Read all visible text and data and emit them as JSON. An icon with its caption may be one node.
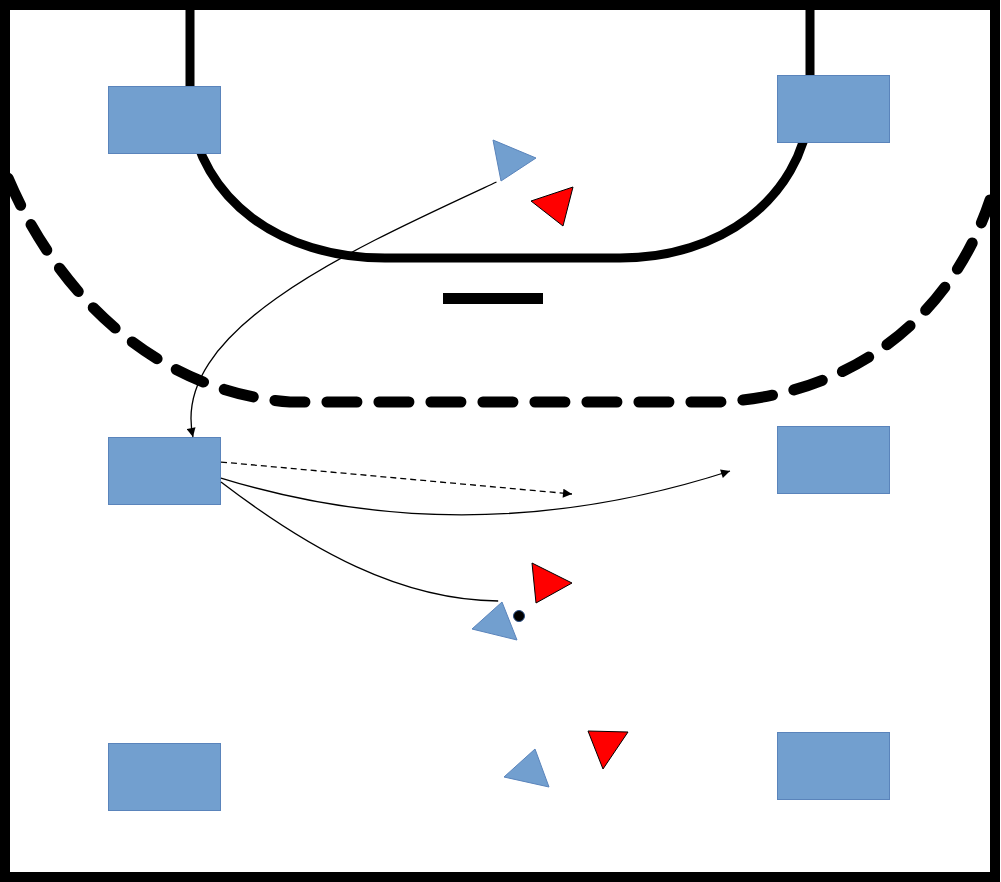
{
  "diagram": {
    "nodes": [
      {
        "text": [],
        "shape": "box"
      },
      {
        "text": [],
        "shape": "box"
      },
      {
        "text": [],
        "shape": "triangle"
      },
      {
        "text": [],
        "shape": "triangle"
      },
      {
        "text": [],
        "shape": "box"
      },
      {
        "text": [],
        "shape": "box"
      },
      {
        "text": [],
        "shape": "triangle"
      },
      {
        "text": [],
        "shape": "triangle"
      },
      {
        "text": [],
        "shape": "circle"
      },
      {
        "text": [],
        "shape": "box"
      },
      {
        "text": [],
        "shape": "box"
      },
      {
        "text": [],
        "shape": "triangle"
      },
      {
        "text": [],
        "shape": "triangle"
      }
    ],
    "edges": [
      {
        "from": 2,
        "to": 4,
        "arrow": "to"
      },
      {
        "from": 4,
        "to": null,
        "arrow": "to",
        "style": "dashed"
      },
      {
        "from": 4,
        "to": null,
        "arrow": "to"
      },
      {
        "from": 4,
        "to": 7,
        "arrow": "none"
      }
    ]
  }
}
